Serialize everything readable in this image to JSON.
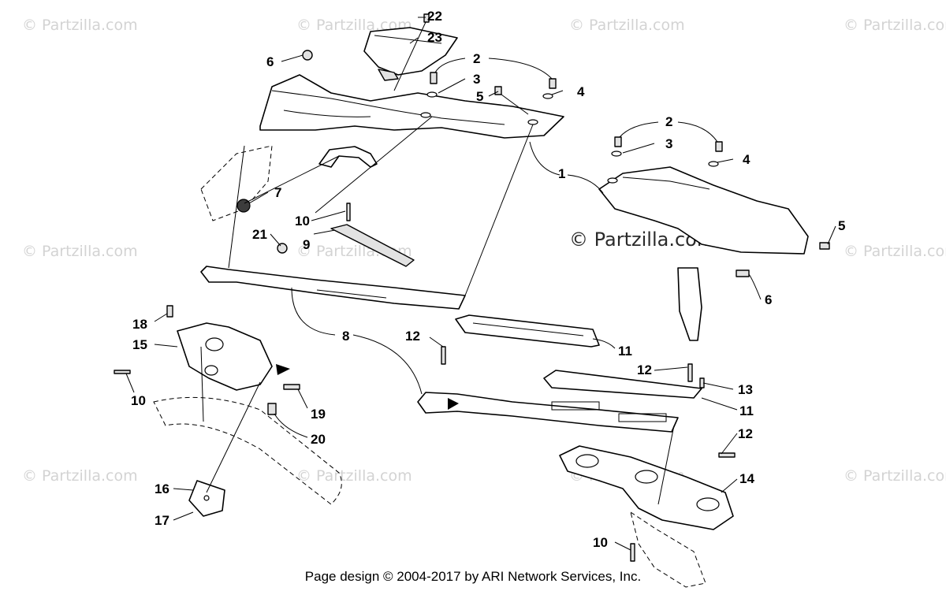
{
  "watermarks": [
    "© Partzilla.com",
    "© Partzilla.com",
    "© Partzilla.com",
    "© Partzilla.com",
    "© Partzilla.com",
    "© Partzilla.com",
    "© Partzilla.com",
    "© Partzilla.com",
    "© Partzilla.com",
    "© Partzilla.com",
    "© Partzilla.com"
  ],
  "watermark_center": "© Partzilla.com",
  "callouts": {
    "c22": "22",
    "c23": "23",
    "c2a": "2",
    "c6a": "6",
    "c3a": "3",
    "c4a": "4",
    "c5a": "5",
    "c1": "1",
    "c2b": "2",
    "c3b": "3",
    "c4b": "4",
    "c7": "7",
    "c10a": "10",
    "c9": "9",
    "c21": "21",
    "c5b": "5",
    "c6b": "6",
    "c18": "18",
    "c15": "15",
    "c8": "8",
    "c12a": "12",
    "c11a": "11",
    "c12b": "12",
    "c13": "13",
    "c10b": "10",
    "c19": "19",
    "c11b": "11",
    "c20": "20",
    "c12c": "12",
    "c14": "14",
    "c16": "16",
    "c17": "17",
    "c10c": "10"
  },
  "footer": "Page design © 2004-2017 by ARI Network Services, Inc."
}
